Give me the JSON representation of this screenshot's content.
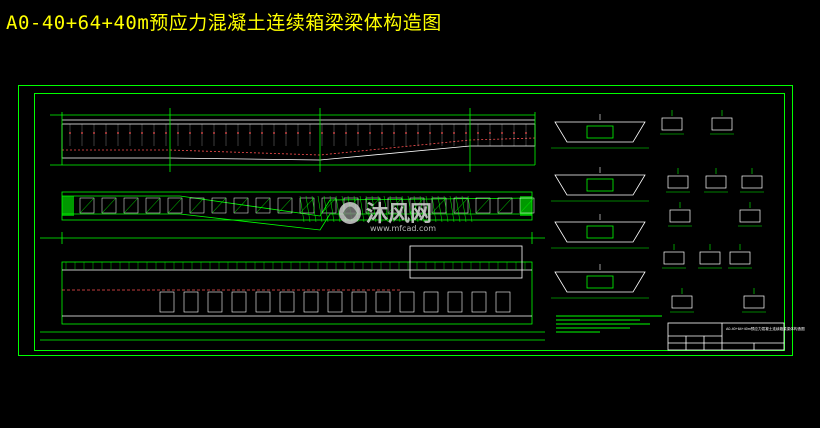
{
  "header": {
    "title": "A0-40+64+40m预应力混凝土连续箱梁梁体构造图"
  },
  "watermark": {
    "brand": "沐风网",
    "url": "www.mfcad.com"
  },
  "colors": {
    "background": "#000000",
    "title": "#ffff00",
    "frame": "#00ff00",
    "linework": "#ffffff",
    "hidden_lines": "#ff5050",
    "hatching": "#00ff00"
  },
  "title_block": {
    "project_text": "A0-40+64+40m预应力混凝土连续箱梁梁体构造图"
  }
}
